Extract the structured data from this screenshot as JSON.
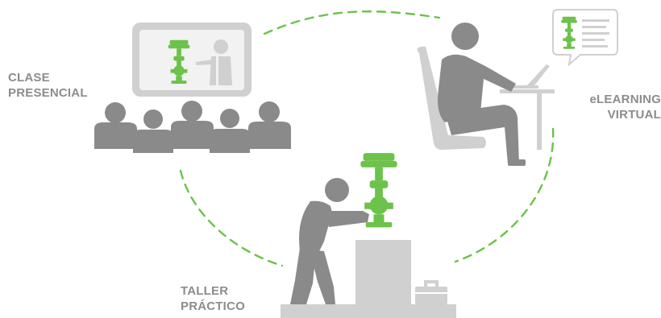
{
  "labels": {
    "clase": [
      "CLASE",
      "PRESENCIAL"
    ],
    "elearning": [
      "eLEARNING",
      "VIRTUAL"
    ],
    "taller": [
      "TALLER",
      "PRÁCTICO"
    ]
  },
  "colors": {
    "label_text": "#8c8c8c",
    "figure_dark": "#8a8a8a",
    "figure_light": "#d0d0d0",
    "accent_green": "#6cc24a",
    "screen_bg": "#f2f2f2"
  },
  "icons": [
    "classroom-presentation-icon",
    "valve-icon",
    "student-laptop-icon",
    "technician-workbench-icon",
    "toolbox-icon",
    "document-lines-icon"
  ]
}
